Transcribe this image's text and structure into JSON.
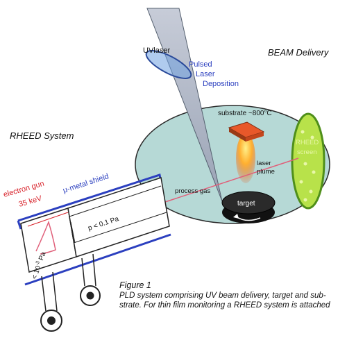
{
  "labels": {
    "beam_delivery": "BEAM Delivery",
    "rheed_system": "RHEED System",
    "uv_laser": "UVlaser",
    "pld_line1": "Pulsed",
    "pld_line2": "Laser",
    "pld_line3": "Deposition",
    "substrate": "substrate ~800°C",
    "laser_line1": "laser",
    "laser_line2": "plume",
    "process_gas": "process gas",
    "target": "target",
    "rheed_screen_line1": "RHEED",
    "rheed_screen_line2": "screen",
    "electron_gun_line1": "electron gun",
    "electron_gun_line2": "35 keV",
    "mu_metal": "μ-metal shield",
    "pressure_high": "p < 0.1 Pa",
    "pressure_low_base": "< 10",
    "pressure_low_exp": "-3",
    "pressure_low_unit": " Pa"
  },
  "caption": {
    "title": "Figure 1",
    "line1": "PLD system comprising UV beam delivery, target and sub-",
    "line2": "strate. For thin film monitoring a RHEED system is attached"
  },
  "colors": {
    "chamber": "#b6d9d6",
    "screen": "#b8e24a",
    "laser_beam": "#b8c0d0",
    "substrate": "#e8582a",
    "shield_blue": "#2b3fbf",
    "red_text": "#d8222a",
    "electron_beam": "#e0607a"
  }
}
